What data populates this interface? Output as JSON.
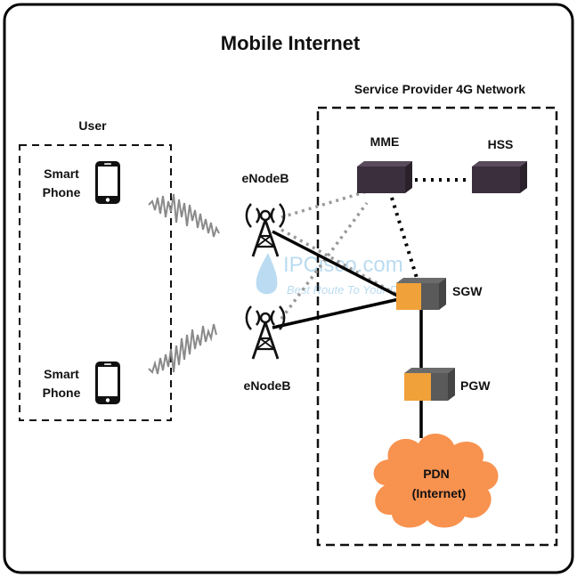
{
  "title": "Mobile Internet",
  "provider_label": "Service Provider 4G Network",
  "user_label": "User",
  "phones": [
    {
      "line1": "Smart",
      "line2": "Phone"
    },
    {
      "line1": "Smart",
      "line2": "Phone"
    }
  ],
  "enodeb_top": "eNodeB",
  "enodeb_bottom": "eNodeB",
  "nodes": {
    "mme": "MME",
    "hss": "HSS",
    "sgw": "SGW",
    "pgw": "PGW"
  },
  "pdn": {
    "line1": "PDN",
    "line2": "(Internet)"
  },
  "watermark": {
    "brand": "IPCisco.com",
    "tagline": "Best Route To Your Dreams"
  },
  "colors": {
    "dark_cube": "#3b2f3d",
    "orange_cube": "#f0a13a",
    "cloud": "#f8924f",
    "border": "#000000"
  }
}
